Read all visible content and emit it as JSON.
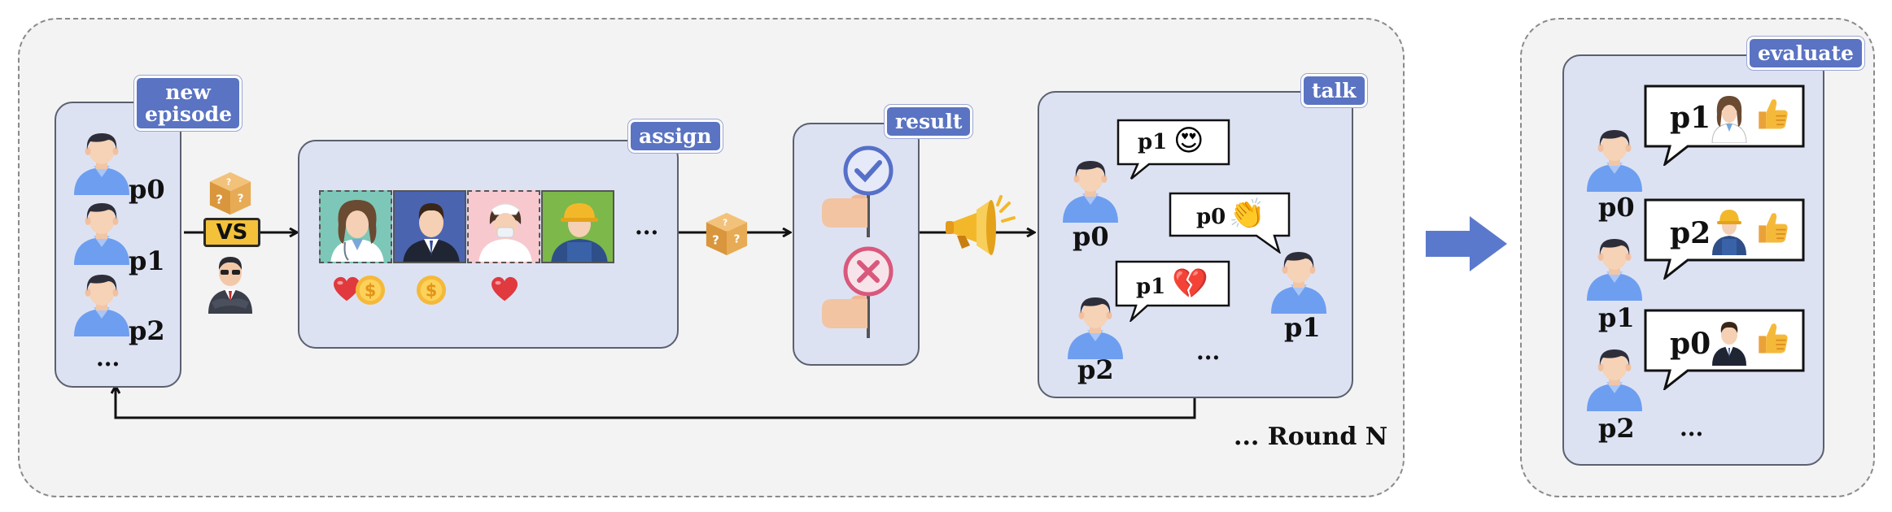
{
  "panels": {
    "new_episode": {
      "tag_line1": "new",
      "tag_line2": "episode"
    },
    "assign": {
      "tag": "assign"
    },
    "result": {
      "tag": "result"
    },
    "talk": {
      "tag": "talk"
    },
    "evaluate": {
      "tag": "evaluate"
    }
  },
  "players": {
    "p0": "p0",
    "p1": "p1",
    "p2": "p2",
    "ellipsis": "..."
  },
  "vs_label": "VS",
  "assign_ellipsis": "...",
  "talk_bubbles": [
    {
      "speaker": "p1",
      "emoji": "😍"
    },
    {
      "speaker": "p0",
      "emoji": "👏"
    },
    {
      "speaker": "p1",
      "emoji": "💔"
    }
  ],
  "talk_ellipsis": "...",
  "evaluate_bubbles": [
    {
      "speaker": "p1",
      "role": "doctor"
    },
    {
      "speaker": "p2",
      "role": "worker"
    },
    {
      "speaker": "p0",
      "role": "businessman"
    }
  ],
  "evaluate_ellipsis": "...",
  "round_label": "... Round N",
  "colors": {
    "tag": "#5a73c2",
    "panel": "#dde2f3",
    "person": "#6e9ef0",
    "arrow_big": "#5b79cc"
  }
}
